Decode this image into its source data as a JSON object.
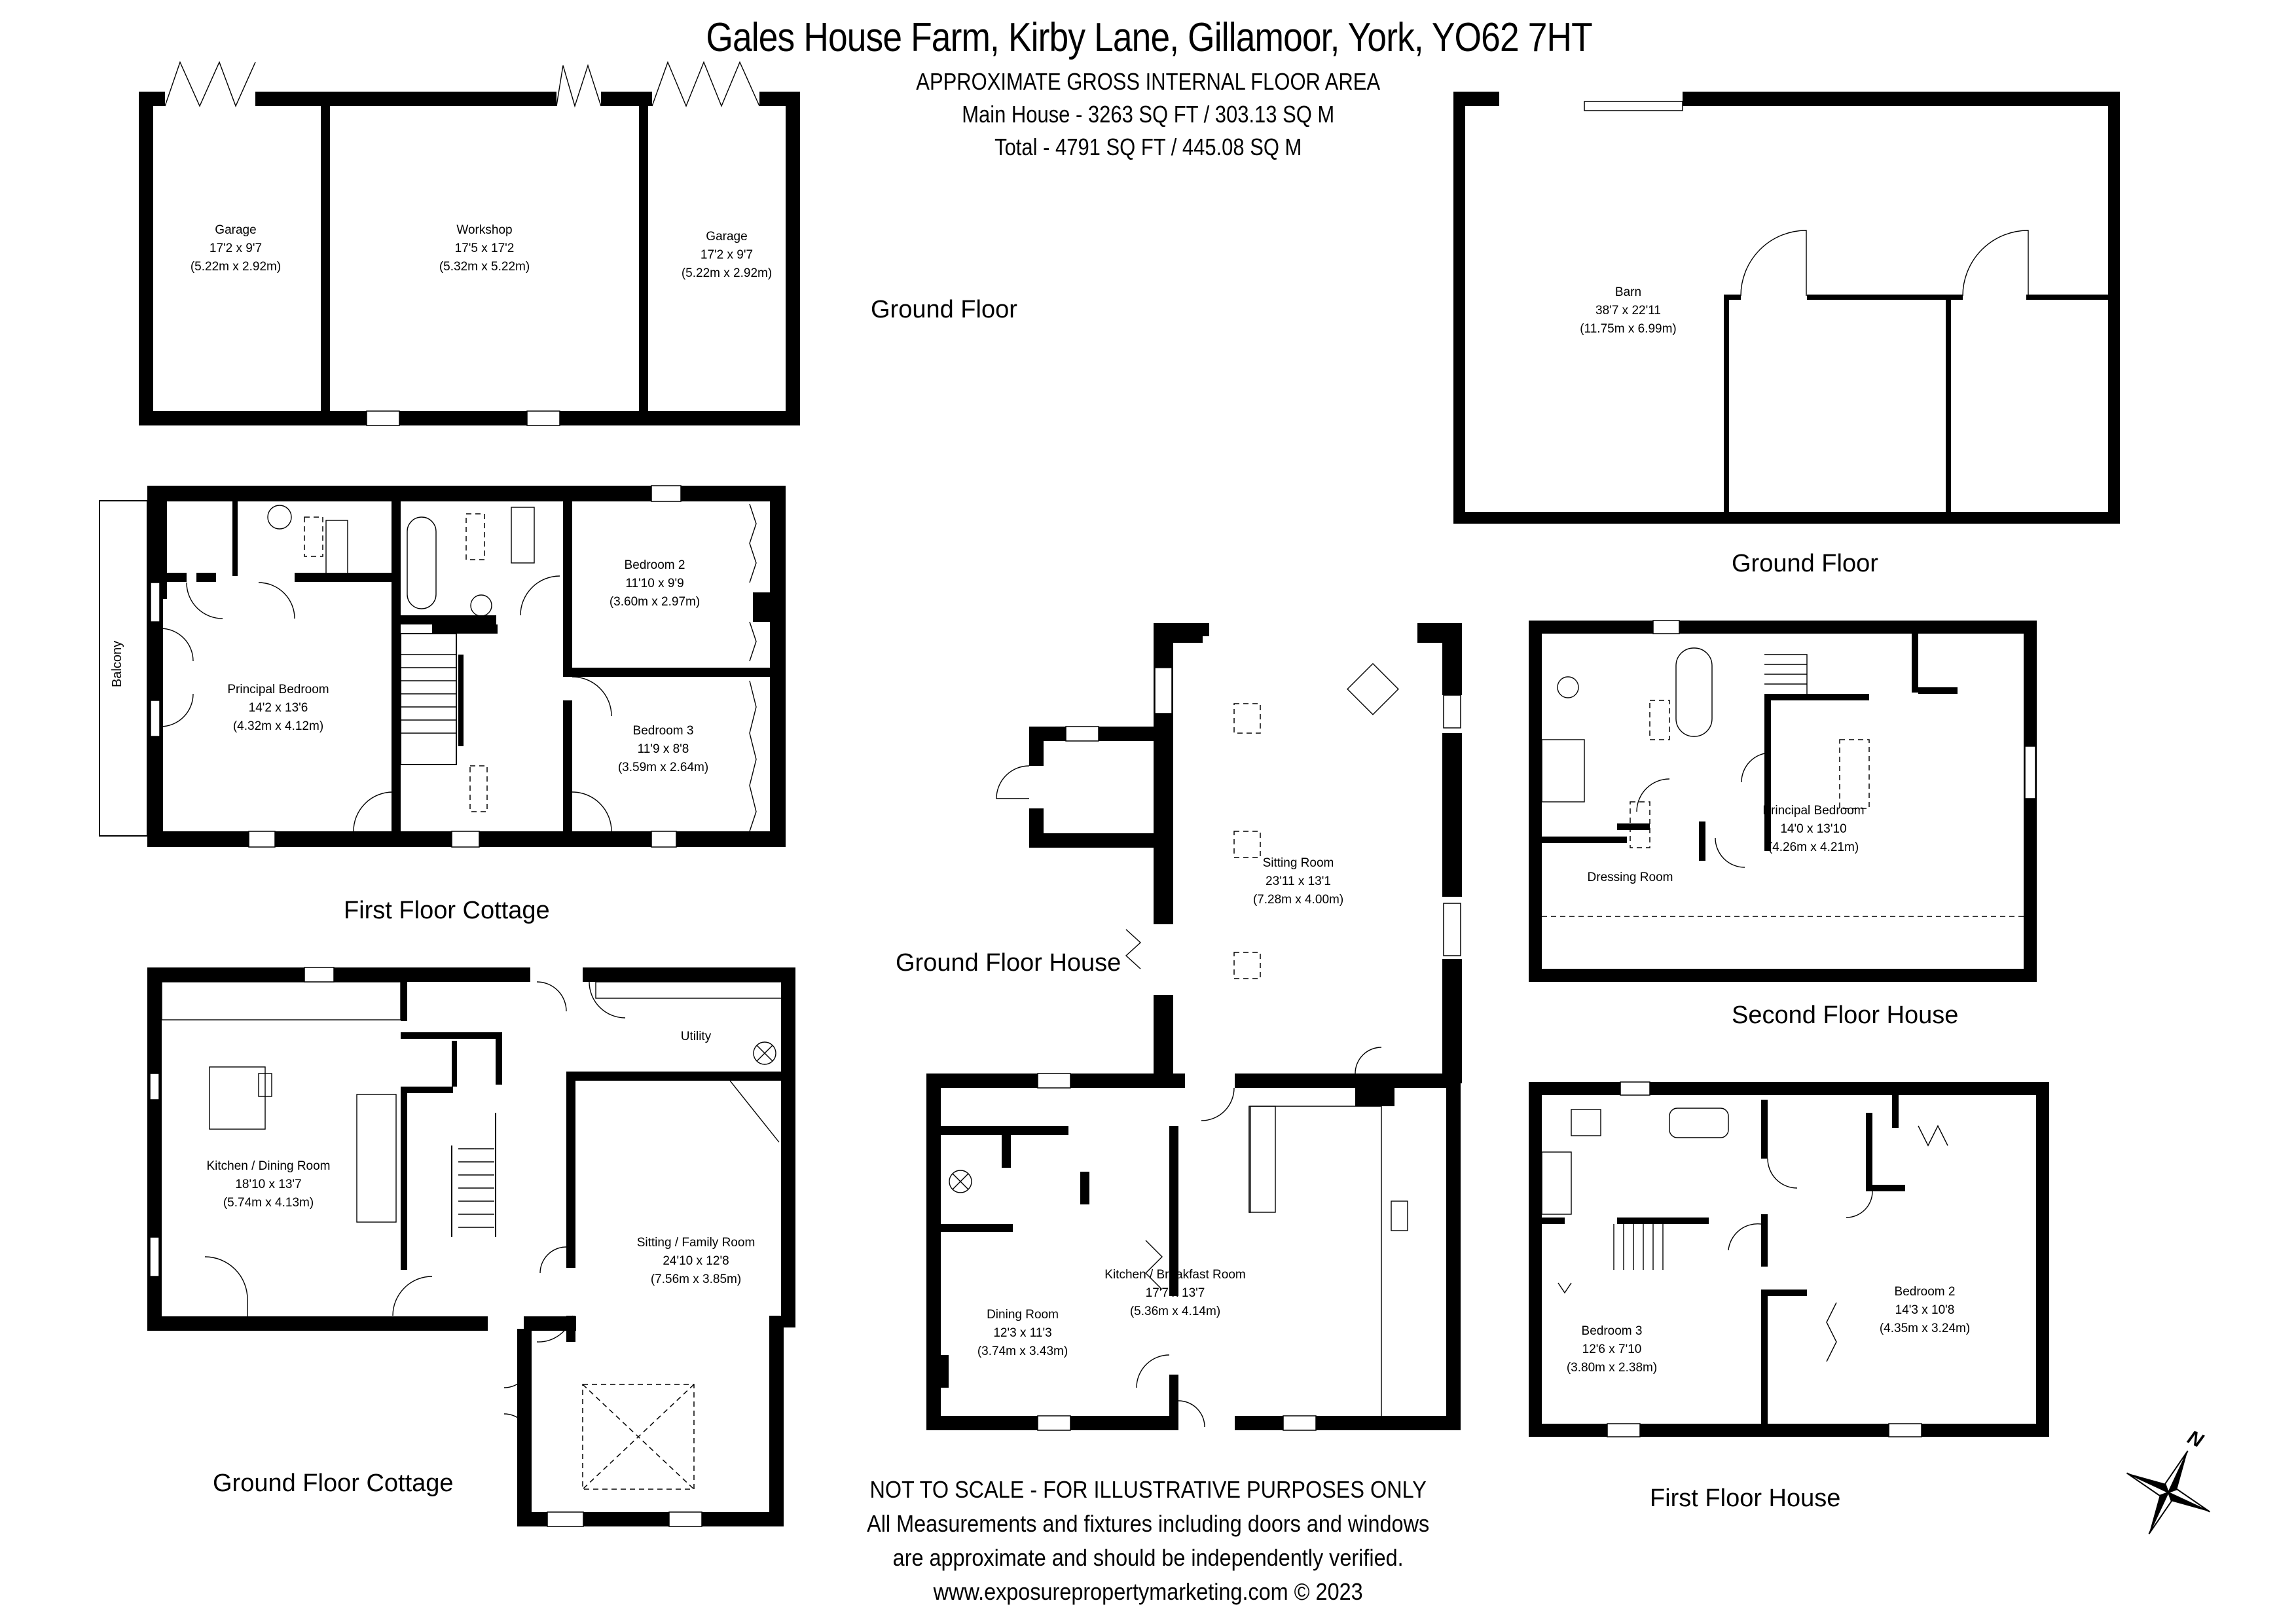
{
  "header": {
    "title": "Gales House Farm, Kirby Lane, Gillamoor, York, YO62 7HT",
    "area_heading": "APPROXIMATE GROSS INTERNAL FLOOR AREA",
    "main_house": "Main House - 3263 SQ FT / 303.13 SQ M",
    "total": "Total - 4791 SQ FT / 445.08 SQ M"
  },
  "floors": {
    "outbuildings_ground": {
      "label": "Ground Floor",
      "rooms": [
        {
          "name": "Garage",
          "imperial": "17'2 x 9'7",
          "metric": "(5.22m x 2.92m)"
        },
        {
          "name": "Workshop",
          "imperial": "17'5 x 17'2",
          "metric": "(5.32m x 5.22m)"
        },
        {
          "name": "Garage",
          "imperial": "17'2 x 9'7",
          "metric": "(5.22m x 2.92m)"
        }
      ]
    },
    "barn_ground": {
      "label": "Ground Floor",
      "rooms": [
        {
          "name": "Barn",
          "imperial": "38'7 x 22'11",
          "metric": "(11.75m x 6.99m)"
        }
      ]
    },
    "cottage_first": {
      "label": "First Floor Cottage",
      "balcony": "Balcony",
      "rooms": [
        {
          "name": "Principal Bedroom",
          "imperial": "14'2 x 13'6",
          "metric": "(4.32m x 4.12m)"
        },
        {
          "name": "Bedroom 2",
          "imperial": "11'10 x 9'9",
          "metric": "(3.60m x 2.97m)"
        },
        {
          "name": "Bedroom 3",
          "imperial": "11'9 x 8'8",
          "metric": "(3.59m x 2.64m)"
        }
      ]
    },
    "cottage_ground": {
      "label": "Ground Floor Cottage",
      "rooms": [
        {
          "name": "Kitchen / Dining Room",
          "imperial": "18'10 x 13'7",
          "metric": "(5.74m x 4.13m)"
        },
        {
          "name": "Utility",
          "imperial": "",
          "metric": ""
        },
        {
          "name": "Sitting / Family Room",
          "imperial": "24'10 x 12'8",
          "metric": "(7.56m x 3.85m)"
        }
      ]
    },
    "house_ground": {
      "label": "Ground Floor House",
      "rooms": [
        {
          "name": "Sitting Room",
          "imperial": "23'11 x 13'1",
          "metric": "(7.28m x 4.00m)"
        },
        {
          "name": "Dining Room",
          "imperial": "12'3 x 11'3",
          "metric": "(3.74m x 3.43m)"
        },
        {
          "name": "Kitchen / Breakfast Room",
          "imperial": "17'7 x 13'7",
          "metric": "(5.36m x 4.14m)"
        }
      ]
    },
    "house_second": {
      "label": "Second Floor House",
      "rooms": [
        {
          "name": "Dressing Room",
          "imperial": "",
          "metric": ""
        },
        {
          "name": "Principal Bedroom",
          "imperial": "14'0 x 13'10",
          "metric": "(4.26m x 4.21m)"
        }
      ]
    },
    "house_first": {
      "label": "First Floor House",
      "rooms": [
        {
          "name": "Bedroom 3",
          "imperial": "12'6 x 7'10",
          "metric": "(3.80m x 2.38m)"
        },
        {
          "name": "Bedroom 2",
          "imperial": "14'3 x 10'8",
          "metric": "(4.35m x 3.24m)"
        }
      ]
    }
  },
  "footer": {
    "disclaimer_1": "NOT TO SCALE - FOR ILLUSTRATIVE PURPOSES ONLY",
    "disclaimer_2": "All Measurements and fixtures including doors and windows",
    "disclaimer_3": "are approximate and should be independently verified.",
    "credit": "www.exposurepropertymarketing.com © 2023"
  },
  "compass": {
    "icon": "compass-rose-icon",
    "north_label": "N"
  }
}
